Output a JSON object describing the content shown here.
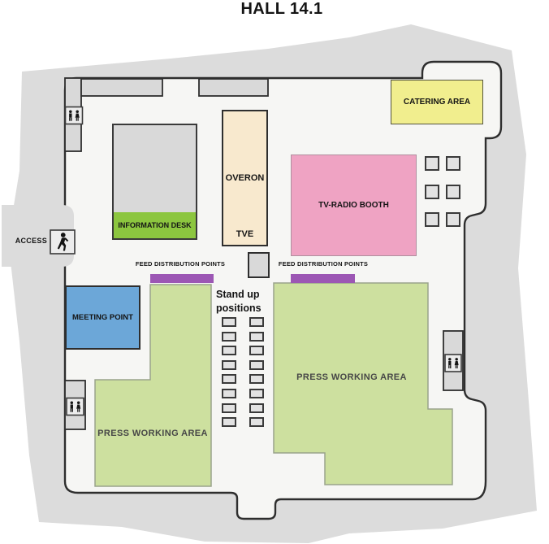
{
  "title": "HALL 14.1",
  "colors": {
    "backdrop": "#dcdcdc",
    "floor": "#f6f6f4",
    "wall": "#2e2e2e",
    "fixture_gray": "#d9d9d9",
    "catering_yellow": "#f1ee8e",
    "overon_cream": "#f8e9ce",
    "booth_pink": "#efa3c3",
    "info_green": "#8cc63f",
    "meeting_blue": "#6ca7d8",
    "press_green": "#cde09f",
    "feed_purple": "#9c57b4"
  },
  "rooms": {
    "catering": {
      "label": "CATERING AREA"
    },
    "overon": {
      "label": "OVERON",
      "sublabel": "TVE"
    },
    "tv_radio_booth": {
      "label": "TV-RADIO BOOTH"
    },
    "information_desk": {
      "label": "INFORMATION DESK"
    },
    "meeting_point": {
      "label": "MEETING POINT"
    },
    "press_left": {
      "label": "PRESS WORKING AREA"
    },
    "press_right": {
      "label": "PRESS WORKING AREA"
    }
  },
  "feed_points": {
    "left_label": "FEED DISTRIBUTION POINTS",
    "right_label": "FEED DISTRIBUTION POINTS"
  },
  "stand_up": {
    "line1": "Stand up",
    "line2": "positions",
    "rows": 8,
    "cols": 2
  },
  "right_booths": {
    "rows": 3,
    "cols": 2
  },
  "access": {
    "label": "ACCESS"
  },
  "icons": {
    "restroom": "restroom-men-women-icon",
    "access_walker": "walking-person-icon"
  }
}
